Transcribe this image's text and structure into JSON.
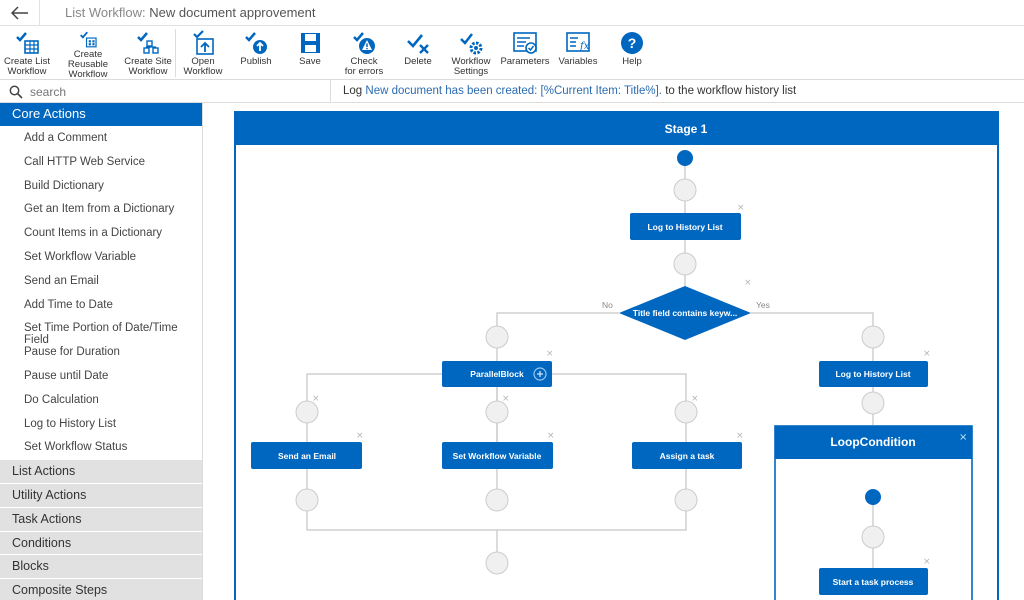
{
  "title": {
    "prefix": "List Workflow:",
    "name": "New document approvement"
  },
  "ribbon": {
    "create_list": "Create List\nWorkflow",
    "create_reusable": "Create Reusable\nWorkflow",
    "create_site": "Create Site\nWorkflow",
    "open": "Open\nWorkflow",
    "publish": "Publish",
    "save": "Save",
    "check": "Check\nfor errors",
    "delete": "Delete",
    "settings": "Workflow\nSettings",
    "parameters": "Parameters",
    "variables": "Variables",
    "help": "Help"
  },
  "search": {
    "placeholder": "search"
  },
  "message": {
    "prefix": "Log",
    "link": "New document has been created: [%Current Item: Title%].",
    "suffix": "to the workflow history list"
  },
  "sidebar": {
    "active_category": "Core Actions",
    "items": [
      "Add a Comment",
      "Call HTTP Web Service",
      "Build Dictionary",
      "Get an Item from a Dictionary",
      "Count Items in a Dictionary",
      "Set Workflow Variable",
      "Send an Email",
      "Add Time to Date",
      "Set Time Portion of Date/Time Field",
      "Pause for Duration",
      "Pause until Date",
      "Do Calculation",
      "Log to History List",
      "Set Workflow Status"
    ],
    "categories": [
      "List Actions",
      "Utility Actions",
      "Task Actions",
      "Conditions",
      "Blocks",
      "Composite Steps"
    ]
  },
  "canvas": {
    "stage_title": "Stage 1",
    "log_history_1": "Log to History List",
    "condition": "Title field contains keyw...",
    "no_label": "No",
    "yes_label": "Yes",
    "parallel_block": "ParallelBlock",
    "log_history_2": "Log to History List",
    "send_email": "Send an Email",
    "set_variable": "Set Workflow Variable",
    "assign_task": "Assign a task",
    "loop_title": "LoopCondition",
    "start_task": "Start a task process"
  },
  "colors": {
    "accent": "#0067c0",
    "sidebar_category_bg": "#e1e1e1"
  }
}
